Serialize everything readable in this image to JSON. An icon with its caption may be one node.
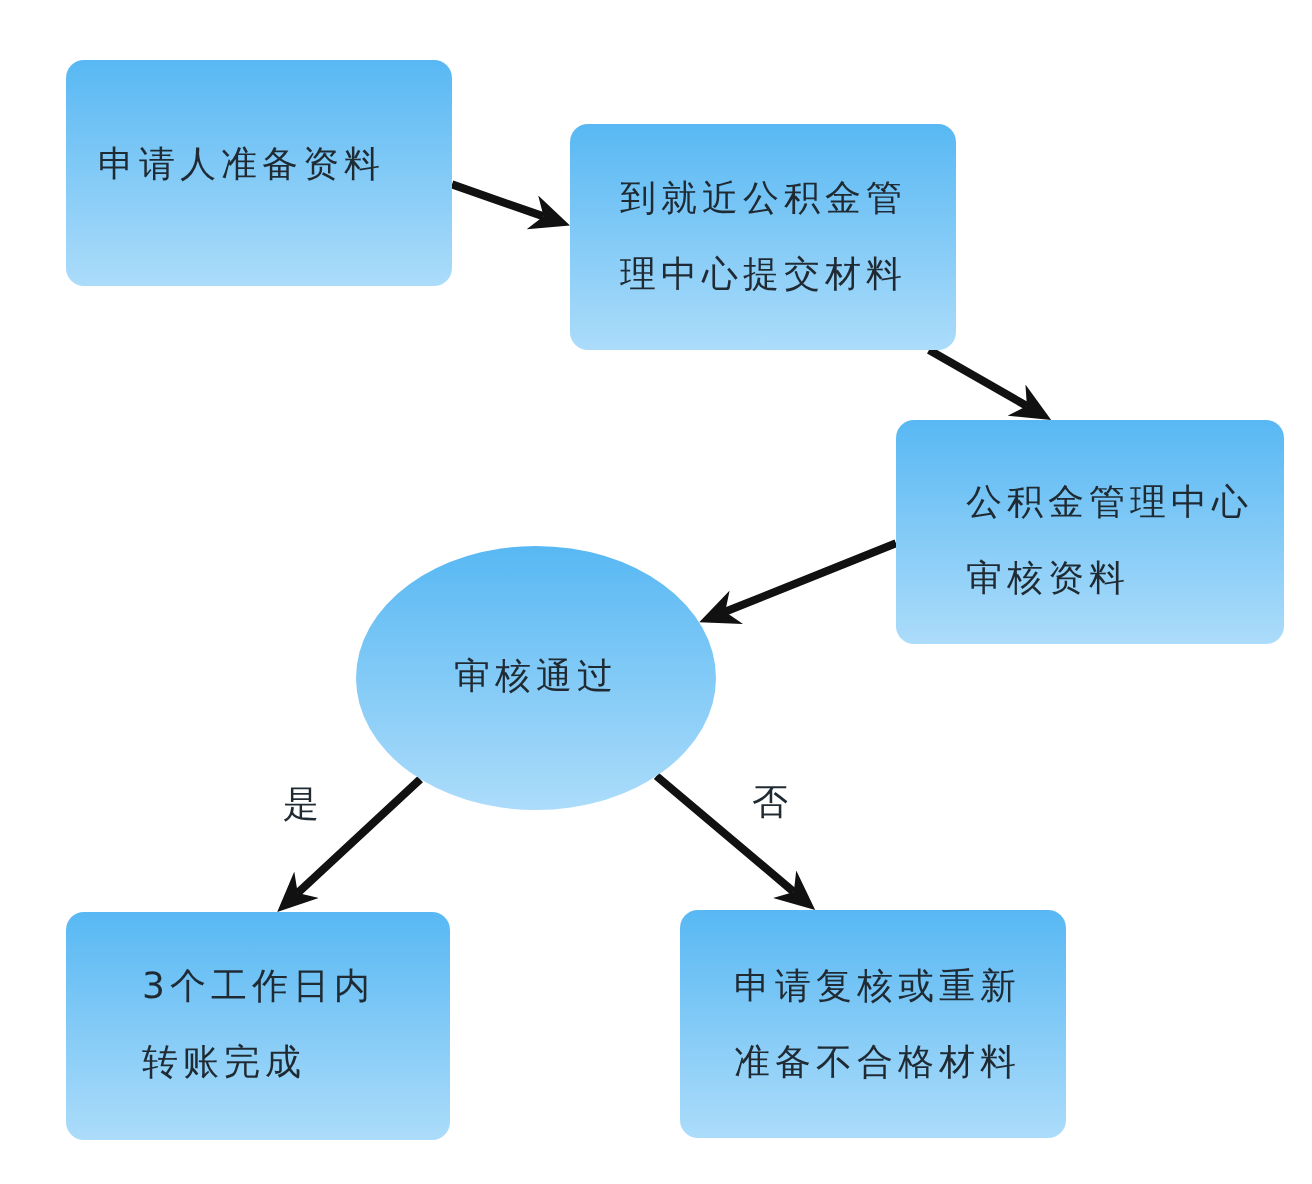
{
  "diagram": {
    "nodes": [
      {
        "text": [
          "申请人准备资料"
        ]
      },
      {
        "text": [
          "到就近公积金管理中心提交材料"
        ]
      },
      {
        "text": [
          "公积金管理中心审核资料"
        ]
      },
      {
        "text": [
          "审核通过"
        ]
      },
      {
        "text": [
          "3个工作日内转账完成"
        ]
      },
      {
        "text": [
          "申请复核或重新准备不合格材料"
        ]
      }
    ],
    "edges": [
      {
        "from": 0,
        "to": 1,
        "arrow": "to"
      },
      {
        "from": 1,
        "to": 2,
        "arrow": "to"
      },
      {
        "from": 2,
        "to": 3,
        "arrow": "to"
      },
      {
        "from": 3,
        "to": 4,
        "arrow": "to",
        "label": "是"
      },
      {
        "from": 3,
        "to": 5,
        "arrow": "to",
        "label": "否"
      }
    ]
  }
}
